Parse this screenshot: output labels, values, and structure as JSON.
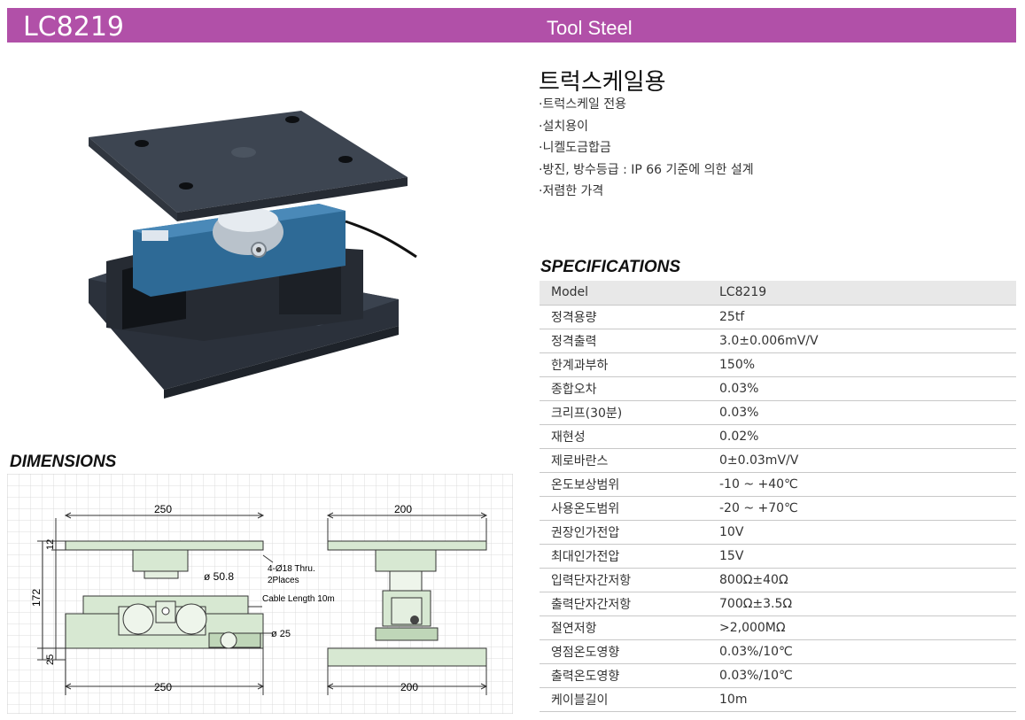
{
  "header": {
    "model": "LC8219",
    "material": "Tool Steel"
  },
  "product": {
    "title": "트럭스케일용",
    "features": [
      "·트럭스케일 전용",
      "·설치용이",
      "·니켈도금합금",
      "·방진, 방수등급 : IP 66 기준에 의한 설계",
      "·저렴한 가격"
    ]
  },
  "specifications": {
    "heading": "SPECIFICATIONS",
    "header_row": {
      "label": "Model",
      "value": "LC8219"
    },
    "rows": [
      {
        "label": "정격용량",
        "value": "25tf"
      },
      {
        "label": "정격출력",
        "value": "3.0±0.006mV/V"
      },
      {
        "label": "한계과부하",
        "value": "150%"
      },
      {
        "label": "종합오차",
        "value": "0.03%"
      },
      {
        "label": "크리프(30분)",
        "value": "0.03%"
      },
      {
        "label": "재현성",
        "value": "0.02%"
      },
      {
        "label": "제로바란스",
        "value": "0±0.03mV/V"
      },
      {
        "label": "온도보상범위",
        "value": "-10 ~ +40℃"
      },
      {
        "label": "사용온도범위",
        "value": "-20 ~ +70℃"
      },
      {
        "label": "권장인가전압",
        "value": "10V"
      },
      {
        "label": "최대인가전압",
        "value": "15V"
      },
      {
        "label": "입력단자간저항",
        "value": "800Ω±40Ω"
      },
      {
        "label": "출력단자간저항",
        "value": "700Ω±3.5Ω"
      },
      {
        "label": "절연저항",
        "value": ">2,000MΩ"
      },
      {
        "label": "영점온도영향",
        "value": "0.03%/10℃"
      },
      {
        "label": "출력온도영향",
        "value": "0.03%/10℃"
      },
      {
        "label": "케이블길이",
        "value": "10m"
      }
    ]
  },
  "dimensions": {
    "heading": "DIMENSIONS",
    "labels": {
      "front_top_width": "250",
      "front_bottom_width": "250",
      "side_top_width": "200",
      "side_bottom_width": "200",
      "plate_thickness": "12",
      "total_height": "172",
      "base_height": "25",
      "ball_diameter": "ø 50.8",
      "holes_line1": "4-Ø18 Thru.",
      "holes_line2": "2Places",
      "cable": "Cable Length 10m",
      "pin_diameter": "ø 25"
    }
  },
  "colors": {
    "header": "#b150a8",
    "drawing_fill": "#d7e8d2",
    "grid": "#dcdcdc",
    "table_header": "#e8e8e8",
    "plate": "#3d4551",
    "cell_body": "#2e6a96"
  }
}
